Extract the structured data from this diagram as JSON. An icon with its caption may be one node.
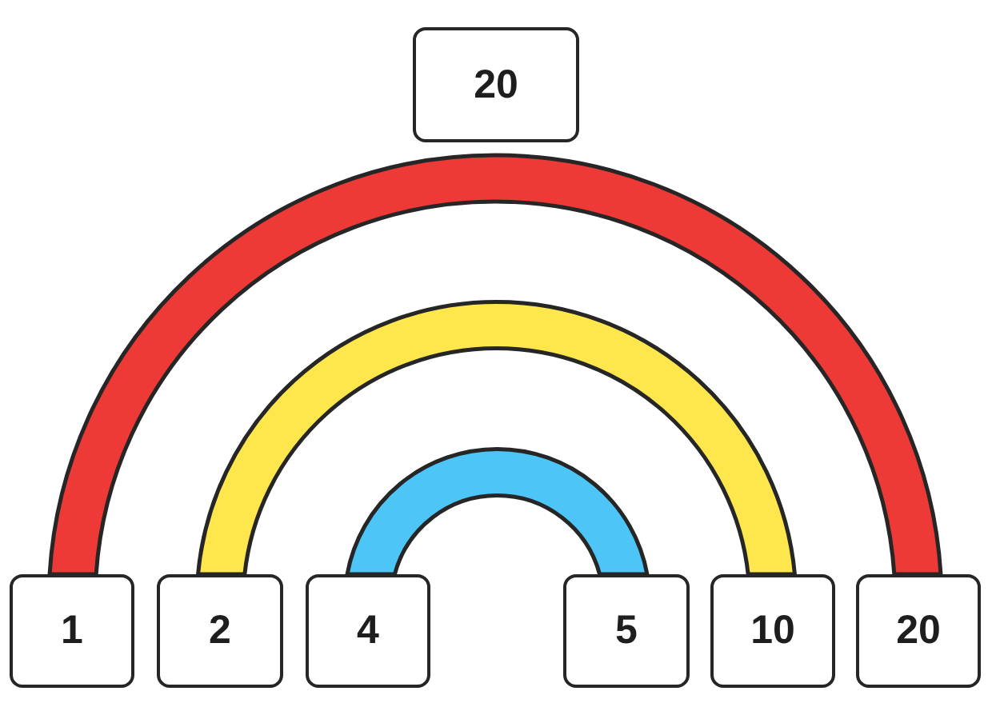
{
  "diagram": {
    "nodes": [
      {
        "text": [
          "20"
        ]
      },
      {
        "text": [
          "1"
        ]
      },
      {
        "text": [
          "2"
        ]
      },
      {
        "text": [
          "4"
        ]
      },
      {
        "text": [
          "5"
        ]
      },
      {
        "text": [
          "10"
        ]
      },
      {
        "text": [
          "20"
        ]
      }
    ],
    "edges": [
      {
        "from": 1,
        "to": 6,
        "arrow": "none",
        "style": "thick",
        "color": "#ee3a36"
      },
      {
        "from": 2,
        "to": 5,
        "arrow": "none",
        "style": "thick",
        "color": "#fee64d"
      },
      {
        "from": 3,
        "to": 4,
        "arrow": "none",
        "style": "thick",
        "color": "#4dc6f7"
      }
    ]
  }
}
